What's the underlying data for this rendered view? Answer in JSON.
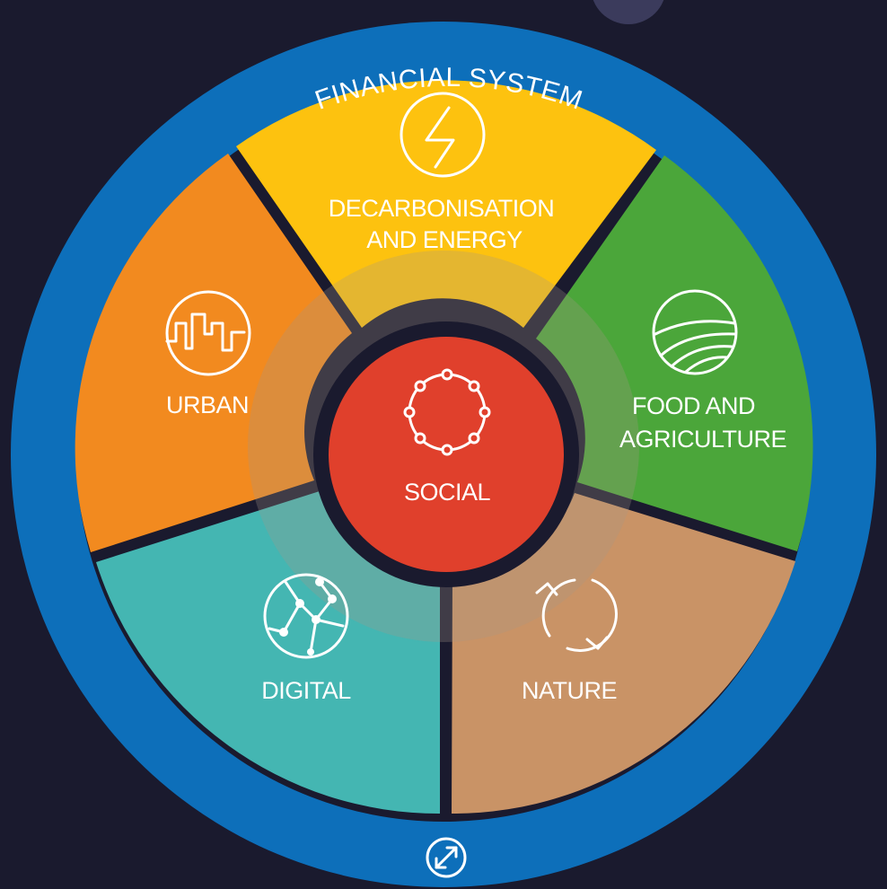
{
  "ring": {
    "title": "FINANCIAL SYSTEM",
    "color": "#0d6fba",
    "bottom_icon": "exchange-arrows-icon"
  },
  "center": {
    "label": "SOCIAL",
    "color": "#e0402c",
    "icon": "people-circle-icon"
  },
  "segments": [
    {
      "id": "decarbonisation",
      "lines": [
        "DECARBONISATION",
        "AND ENERGY"
      ],
      "color": "#fdc20f",
      "icon": "lightning-bolt-icon"
    },
    {
      "id": "food-agriculture",
      "lines": [
        "FOOD AND",
        "AGRICULTURE"
      ],
      "color": "#4ba63a",
      "icon": "field-icon"
    },
    {
      "id": "nature",
      "lines": [
        "NATURE"
      ],
      "color": "#c99366",
      "icon": "recycle-arrows-icon"
    },
    {
      "id": "digital",
      "lines": [
        "DIGITAL"
      ],
      "color": "#44b6b2",
      "icon": "network-globe-icon"
    },
    {
      "id": "urban",
      "lines": [
        "URBAN"
      ],
      "color": "#f28a1f",
      "icon": "city-skyline-icon"
    }
  ]
}
